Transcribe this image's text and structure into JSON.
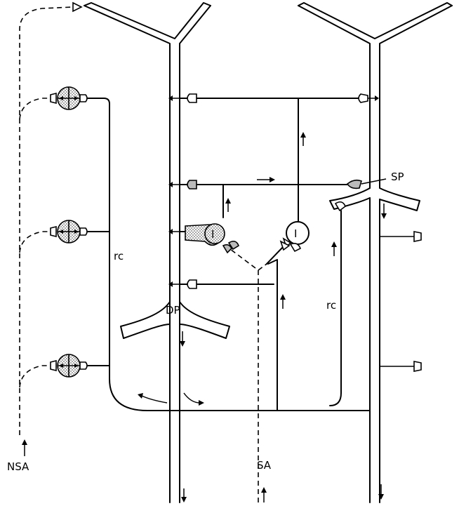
{
  "labels": {
    "dp": "DP",
    "sp": "SP",
    "rc_left": "rc",
    "rc_right": "rc",
    "nsa": "NSA",
    "sa": "SA",
    "interneuron_left": "I",
    "interneuron_right": "I"
  }
}
